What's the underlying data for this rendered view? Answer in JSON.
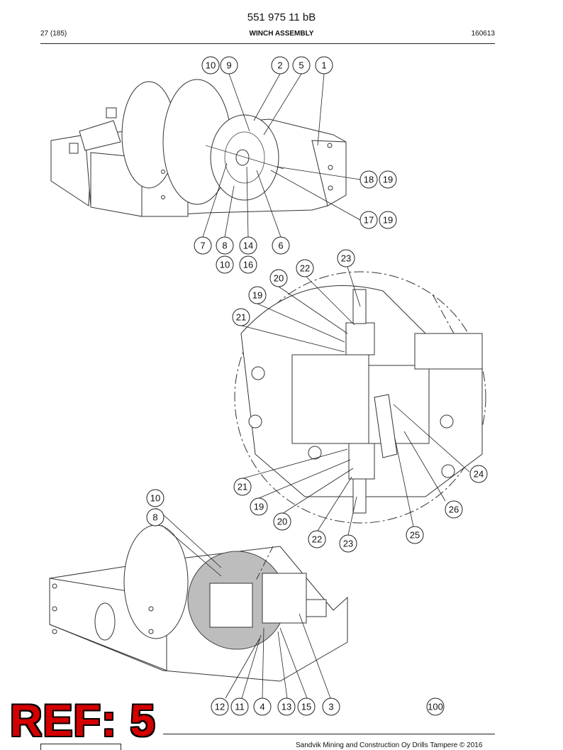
{
  "header": {
    "doc_number": "551 975 11 bB",
    "page": "27 (185)",
    "title": "WINCH ASSEMBLY",
    "date": "160613"
  },
  "footer": {
    "copyright": "Sandvik Mining and Construction Oy Drills Tampere © 2016"
  },
  "stamp": {
    "text": "REF: 5",
    "color": "#d40000"
  },
  "callouts": {
    "top_view": [
      "10",
      "9",
      "2",
      "5",
      "1",
      "18",
      "19",
      "17",
      "19",
      "7",
      "8",
      "14",
      "6",
      "10",
      "16"
    ],
    "detail_view": [
      "23",
      "22",
      "20",
      "19",
      "21",
      "24",
      "26",
      "21",
      "19",
      "20",
      "22",
      "23",
      "25"
    ],
    "bottom_view": [
      "10",
      "8",
      "12",
      "11",
      "4",
      "13",
      "15",
      "3",
      "100"
    ]
  }
}
